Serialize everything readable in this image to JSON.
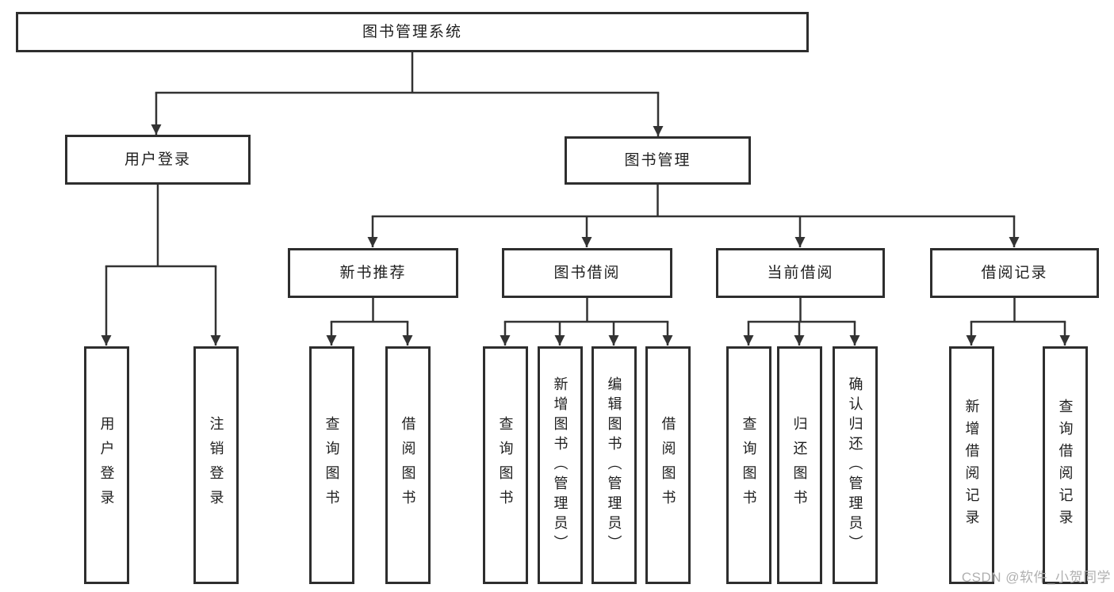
{
  "tree": {
    "label": "图书管理系统",
    "children": [
      {
        "label": "用户登录",
        "children": [
          {
            "label": "用户登录"
          },
          {
            "label": "注销登录"
          }
        ]
      },
      {
        "label": "图书管理",
        "children": [
          {
            "label": "新书推荐",
            "children": [
              {
                "label": "查询图书"
              },
              {
                "label": "借阅图书"
              }
            ]
          },
          {
            "label": "图书借阅",
            "children": [
              {
                "label": "查询图书"
              },
              {
                "label": "新增图书（管理员）"
              },
              {
                "label": "编辑图书（管理员）"
              },
              {
                "label": "借阅图书"
              }
            ]
          },
          {
            "label": "当前借阅",
            "children": [
              {
                "label": "查询图书"
              },
              {
                "label": "归还图书"
              },
              {
                "label": "确认归还（管理员）"
              }
            ]
          },
          {
            "label": "借阅记录",
            "children": [
              {
                "label": "新增借阅记录"
              },
              {
                "label": "查询借阅记录"
              }
            ]
          }
        ]
      }
    ]
  },
  "watermark": "CSDN @软件_小贺同学",
  "colors": {
    "line": "#333333",
    "box_border": "#2e2e2e",
    "text": "#1f1f1f",
    "watermark_text": "#b0b0b0",
    "background": "#ffffff"
  }
}
